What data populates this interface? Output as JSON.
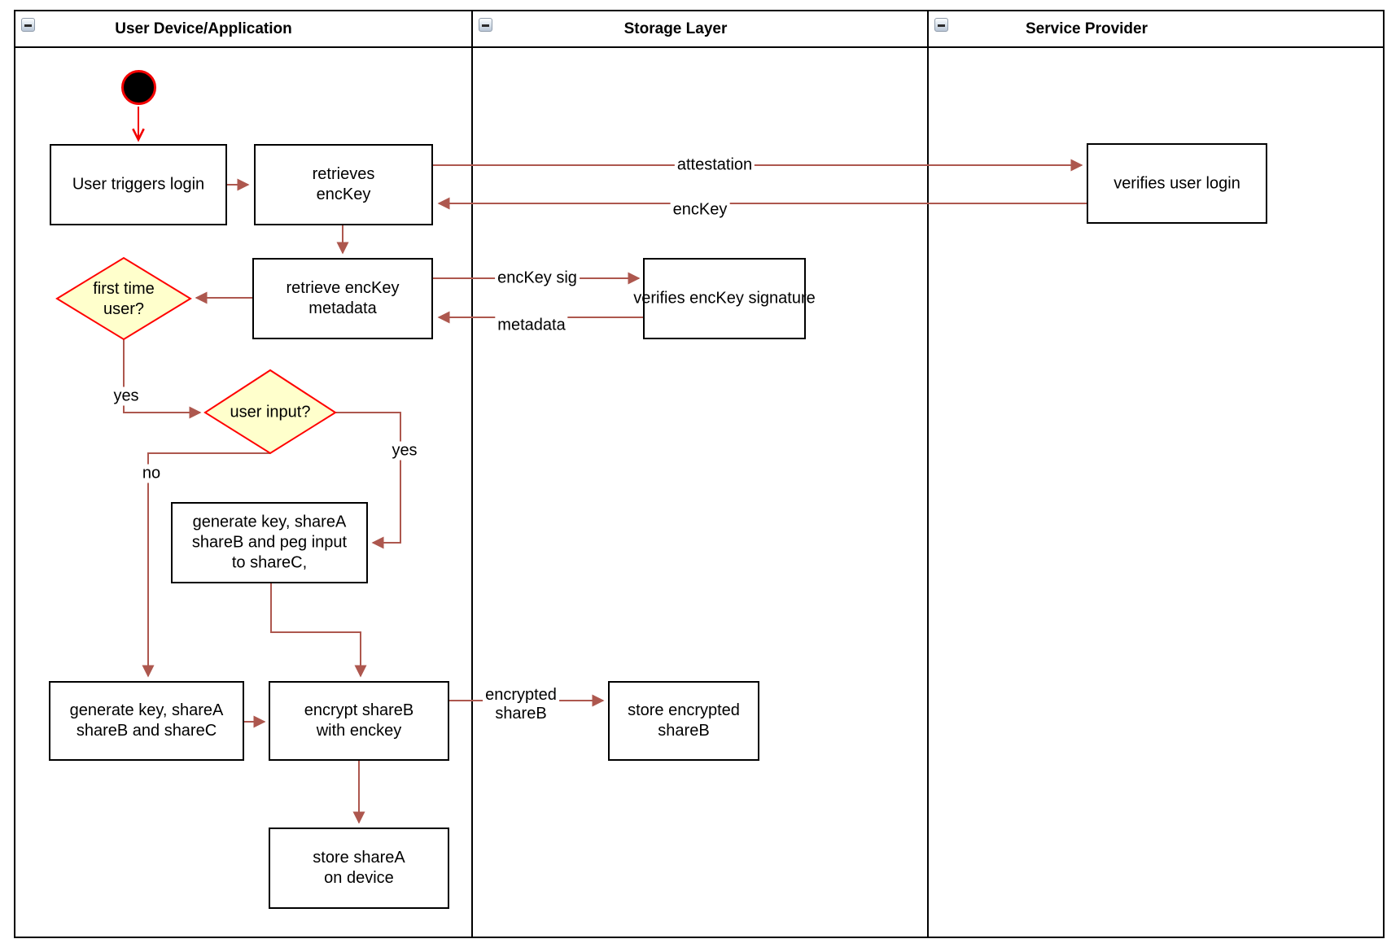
{
  "diagram": {
    "title": "swimlane flow: key share provisioning",
    "lanes": [
      {
        "title": "User Device/Application",
        "collapse_icon": "minus-icon"
      },
      {
        "title": "Storage Layer",
        "collapse_icon": "minus-icon"
      },
      {
        "title": "Service Provider",
        "collapse_icon": "minus-icon"
      }
    ],
    "nodes": [
      {
        "id": "start",
        "shape": "start-circle",
        "label": ""
      },
      {
        "id": "user-triggers-login",
        "shape": "rect",
        "label": "User triggers login"
      },
      {
        "id": "retrieves-enckey",
        "shape": "rect",
        "label": "retrieves\nencKey"
      },
      {
        "id": "verifies-user-login",
        "shape": "rect",
        "label": "verifies user login"
      },
      {
        "id": "retrieve-enckey-metadata",
        "shape": "rect",
        "label": "retrieve encKey\nmetadata"
      },
      {
        "id": "verifies-enckey-signature",
        "shape": "rect",
        "label": "verifies encKey signature"
      },
      {
        "id": "first-time-user",
        "shape": "decision",
        "label": "first time\nuser?"
      },
      {
        "id": "user-input",
        "shape": "decision",
        "label": "user input?"
      },
      {
        "id": "generate-key-peg",
        "shape": "rect",
        "label": "generate key, shareA\nshareB and peg input\nto shareC,"
      },
      {
        "id": "generate-key-abc",
        "shape": "rect",
        "label": "generate key, shareA\nshareB and shareC"
      },
      {
        "id": "encrypt-shareb",
        "shape": "rect",
        "label": "encrypt shareB\nwith enckey"
      },
      {
        "id": "store-encrypted-shareb",
        "shape": "rect",
        "label": "store encrypted\nshareB"
      },
      {
        "id": "store-sharea",
        "shape": "rect",
        "label": "store shareA\non device"
      }
    ],
    "edges": [
      {
        "from": "start",
        "to": "user-triggers-login",
        "label": ""
      },
      {
        "from": "user-triggers-login",
        "to": "retrieves-enckey",
        "label": ""
      },
      {
        "from": "retrieves-enckey",
        "to": "verifies-user-login",
        "label": "attestation"
      },
      {
        "from": "verifies-user-login",
        "to": "retrieves-enckey",
        "label": "encKey"
      },
      {
        "from": "retrieves-enckey",
        "to": "retrieve-enckey-metadata",
        "label": ""
      },
      {
        "from": "retrieve-enckey-metadata",
        "to": "first-time-user",
        "label": ""
      },
      {
        "from": "retrieve-enckey-metadata",
        "to": "verifies-enckey-signature",
        "label": "encKey sig"
      },
      {
        "from": "verifies-enckey-signature",
        "to": "retrieve-enckey-metadata",
        "label": "metadata"
      },
      {
        "from": "first-time-user",
        "to": "user-input",
        "label": "yes"
      },
      {
        "from": "user-input",
        "to": "generate-key-peg",
        "label": "yes"
      },
      {
        "from": "user-input",
        "to": "generate-key-abc",
        "label": "no"
      },
      {
        "from": "generate-key-peg",
        "to": "encrypt-shareb",
        "label": ""
      },
      {
        "from": "generate-key-abc",
        "to": "encrypt-shareb",
        "label": ""
      },
      {
        "from": "encrypt-shareb",
        "to": "store-encrypted-shareb",
        "label": "encrypted\nshareB"
      },
      {
        "from": "encrypt-shareb",
        "to": "store-sharea",
        "label": ""
      }
    ],
    "colors": {
      "connector": "#ad574e",
      "start_connector": "#f20000",
      "decision_fill": "#ffffcc",
      "decision_stroke": "#ff0000",
      "shape_stroke": "#000000",
      "lane_stroke": "#000000"
    }
  }
}
